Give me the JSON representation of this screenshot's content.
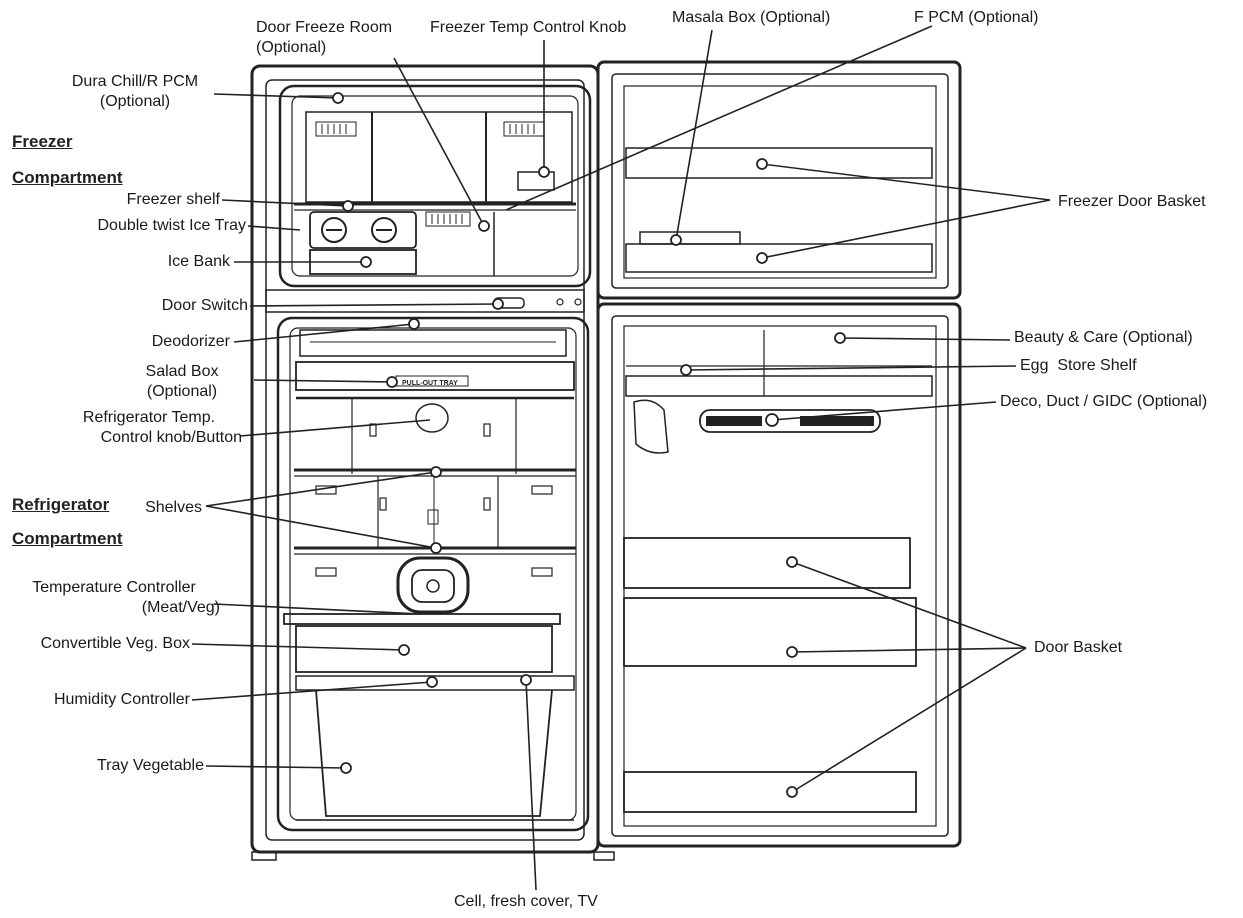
{
  "diagram": {
    "sections": {
      "freezer_line1": "Freezer",
      "freezer_line2": "Compartment",
      "refrigerator_line1": "Refrigerator",
      "refrigerator_line2": "Compartment"
    },
    "labels": {
      "door_freeze_room_l1": "Door Freeze Room",
      "door_freeze_room_l2": "(Optional)",
      "freezer_temp_control_knob": "Freezer Temp Control Knob",
      "masala_box": "Masala Box (Optional)",
      "f_pcm": "F PCM (Optional)",
      "dura_chill_l1": "Dura Chill/R PCM",
      "dura_chill_l2": "(Optional)",
      "freezer_shelf": "Freezer shelf",
      "double_twist_ice_tray": "Double twist Ice Tray",
      "ice_bank": "Ice Bank",
      "door_switch": "Door Switch",
      "deodorizer": "Deodorizer",
      "salad_box_l1": "Salad Box",
      "salad_box_l2": "(Optional)",
      "refrigerator_temp_l1": "Refrigerator Temp.",
      "refrigerator_temp_l2": "Control knob/Button",
      "shelves": "Shelves",
      "temperature_controller_l1": "Temperature Controller",
      "temperature_controller_l2": "(Meat/Veg)",
      "convertible_veg_box": "Convertible Veg. Box",
      "humidity_controller": "Humidity Controller",
      "tray_vegetable": "Tray Vegetable",
      "cell_fresh_cover": "Cell, fresh cover, TV",
      "freezer_door_basket": "Freezer Door Basket",
      "beauty_care": "Beauty & Care (Optional)",
      "egg_store_shelf": "Egg  Store Shelf",
      "deco_duct": "Deco, Duct / GIDC (Optional)",
      "door_basket": "Door Basket",
      "pull_out_tray": "PULL-OUT TRAY"
    }
  }
}
